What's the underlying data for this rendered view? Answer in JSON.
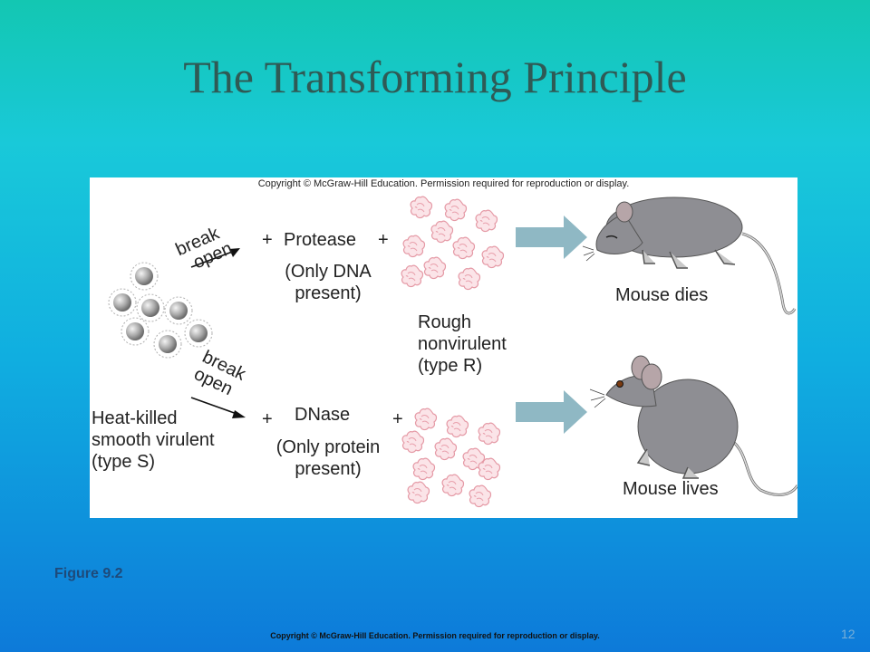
{
  "slide": {
    "title": "The Transforming Principle",
    "figure_label": "Figure 9.2",
    "footer": "Copyright © McGraw-Hill Education. Permission required for reproduction or display.",
    "page_number": "12"
  },
  "figure": {
    "copyright": "Copyright © McGraw-Hill Education. Permission required for reproduction or display.",
    "top": {
      "break_line1": "break",
      "break_line2": "open",
      "plus_left": "+",
      "enzyme": "Protease",
      "plus_right": "+",
      "note_line1": "(Only DNA",
      "note_line2": "present)",
      "outcome": "Mouse dies"
    },
    "bottom": {
      "break_line1": "break",
      "break_line2": "open",
      "plus_left": "+",
      "enzyme": "DNase",
      "plus_right": "+",
      "note_line1": "(Only protein",
      "note_line2": "present)",
      "outcome": "Mouse lives"
    },
    "strain_s": {
      "line1": "Heat-killed",
      "line2": "smooth virulent",
      "line3": "(type S)"
    },
    "strain_r": {
      "line1": "Rough",
      "line2": "nonvirulent",
      "line3": "(type R)"
    }
  },
  "colors": {
    "arrow": "#8fb8c4",
    "mouse_body": "#8e8e93",
    "bacteria_r": "#f2b8c0",
    "bacteria_s": "#9a9a9a",
    "title": "#2f5a55"
  }
}
